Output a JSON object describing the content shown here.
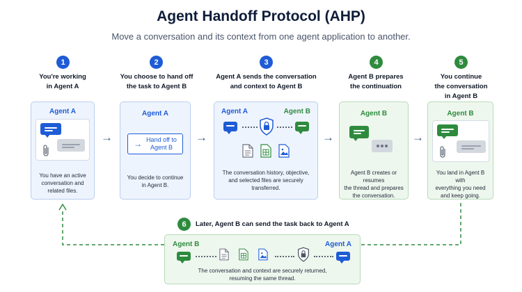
{
  "header": {
    "title": "Agent Handoff Protocol (AHP)",
    "subtitle": "Move a conversation and its context from one agent application to another."
  },
  "steps": [
    {
      "number": "1",
      "title_line1": "You're working",
      "title_line2": "in Agent A",
      "title_line3": "",
      "agent": "Agent A",
      "desc_line1": "You have an active",
      "desc_line2": "conversation and",
      "desc_line3": "related files."
    },
    {
      "number": "2",
      "title_line1": "You choose to hand off",
      "title_line2": "the task to Agent B",
      "title_line3": "",
      "agent": "Agent A",
      "button_line1": "Hand off to",
      "button_line2": "Agent B",
      "desc_line1": "You decide to continue",
      "desc_line2": "in Agent B.",
      "desc_line3": ""
    },
    {
      "number": "3",
      "title_line1": "Agent A sends the conversation",
      "title_line2": "and context to Agent B",
      "title_line3": "",
      "agent_left": "Agent A",
      "agent_right": "Agent B",
      "desc_line1": "The conversation history, objective,",
      "desc_line2": "and selected files are securely",
      "desc_line3": "transferred."
    },
    {
      "number": "4",
      "title_line1": "Agent B prepares",
      "title_line2": "the continuation",
      "title_line3": "",
      "agent": "Agent B",
      "desc_line1": "Agent B creates or resumes",
      "desc_line2": "the thread and prepares",
      "desc_line3": "the conversation."
    },
    {
      "number": "5",
      "title_line1": "You continue",
      "title_line2": "the conversation",
      "title_line3": "in Agent B",
      "agent": "Agent B",
      "desc_line1": "You land in Agent B with",
      "desc_line2": "everything you need",
      "desc_line3": "and keep going."
    }
  ],
  "return_step": {
    "number": "6",
    "title": "Later, Agent B can send the task back to Agent A",
    "agent_left": "Agent B",
    "agent_right": "Agent A",
    "desc_line1": "The conversation and context are securely returned,",
    "desc_line2": "resuming the same thread."
  },
  "colors": {
    "blue": "#1e5bd6",
    "green": "#2e8b3e",
    "card_blue_bg": "#eef4fd",
    "card_green_bg": "#eef7ee",
    "arrow": "#3d5a8a"
  },
  "icons": {
    "flow_arrow": "→",
    "up_arrow": "↑"
  }
}
